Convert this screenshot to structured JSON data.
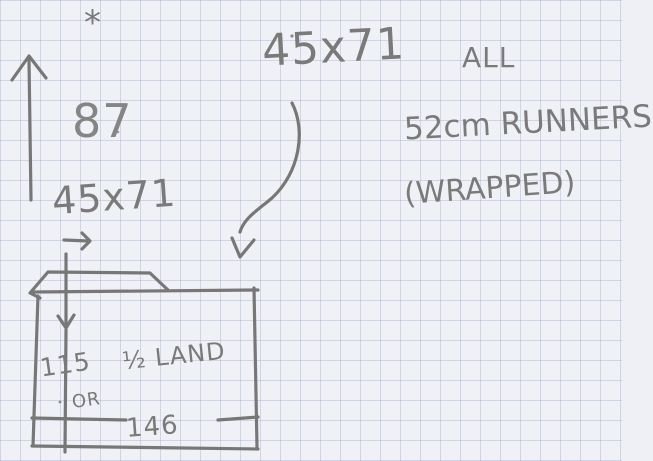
{
  "sketch": {
    "asterisk": "*",
    "height": "87",
    "size_top": "45x71",
    "size_left": "45x71",
    "all": "ALL",
    "runner": "52cm RUNNERS",
    "wrapped": "(WRAPPED)",
    "drawer_width": "115",
    "drawer_fraction": "½ LAND",
    "drawer_or": "OR",
    "drawer_depth": "146"
  },
  "colors": {
    "paper": "#f0f1f6",
    "grid": "#b4bcd8",
    "pencil": "#7a7a7a"
  }
}
